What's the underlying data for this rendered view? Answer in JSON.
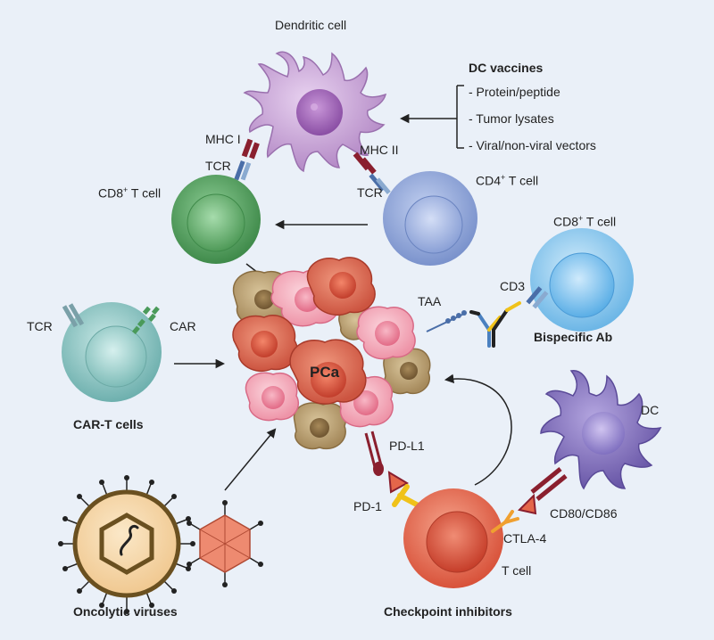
{
  "labels": {
    "dendritic_cell": "Dendritic cell",
    "dc_vaccines_title": "DC vaccines",
    "dc_vaccines_items": [
      "- Protein/peptide",
      "- Tumor lysates",
      "- Viral/non-viral vectors"
    ],
    "mhc1": "MHC I",
    "mhc2": "MHC II",
    "tcr_cd8": "TCR",
    "tcr_cd4": "TCR",
    "cd8_tcell_left": "CD8",
    "cd8_tcell_left_sup": "+",
    "cd8_tcell_left_suffix": " T cell",
    "cd4_tcell": "CD4",
    "cd4_tcell_sup": "+",
    "cd4_tcell_suffix": " T cell",
    "cd8_tcell_right": "CD8",
    "cd8_tcell_right_sup": "+",
    "cd8_tcell_right_suffix": " T cell",
    "taa": "TAA",
    "cd3": "CD3",
    "bispecific": "Bispecific Ab",
    "tcr_car": "TCR",
    "car": "CAR",
    "car_t_cells": "CAR-T cells",
    "pca": "PCa",
    "pd_l1": "PD-L1",
    "pd_1": "PD-1",
    "dc_right": "DC",
    "cd80_cd86": "CD80/CD86",
    "ctla4": "CTLA-4",
    "t_cell": "T cell",
    "oncolytic": "Oncolytic viruses",
    "checkpoint": "Checkpoint inhibitors"
  },
  "colors": {
    "background": "#eaf0f8",
    "dendritic": "#b88cc8",
    "dc_right": "#7f6fb6",
    "cd8_green": "#5a9a64",
    "cd4_blue": "#8fa6d8",
    "cd8_blue": "#8ec9ec",
    "car_t": "#8ec4c2",
    "t_cell_red": "#e4664a",
    "tumor_pink": "#f2a6b6",
    "tumor_red": "#db6a50",
    "tumor_brown": "#b89e70",
    "mhc_dark_red": "#8a1f2e",
    "pd1_yellow": "#f0c21a",
    "ctla4_orange": "#f0a030",
    "tcr_blue": "#4a6ea8"
  }
}
